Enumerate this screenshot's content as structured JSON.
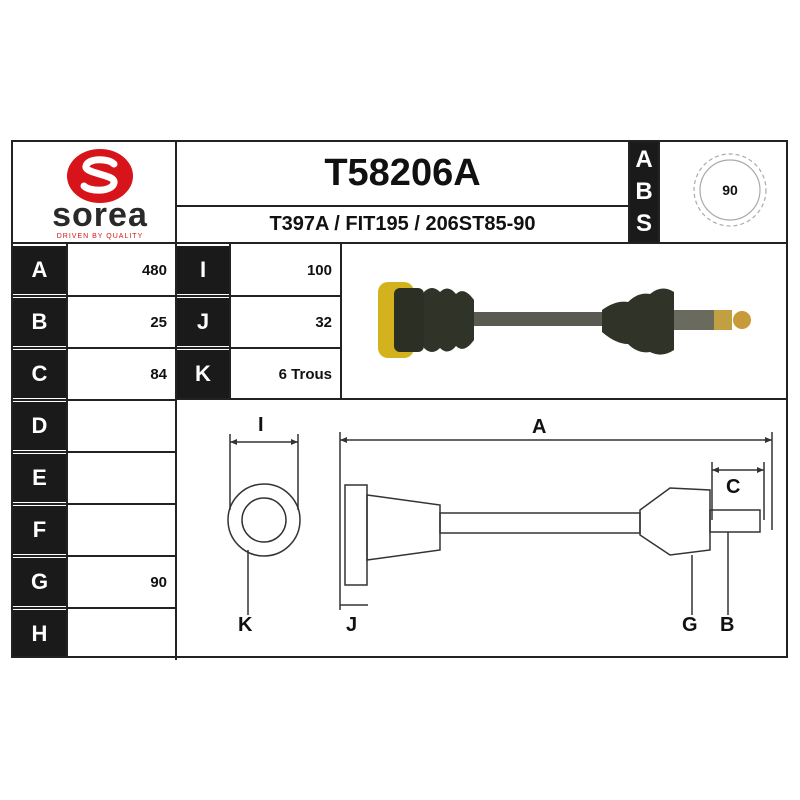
{
  "brand": {
    "name": "sorea",
    "tagline": "DRIVEN BY QUALITY",
    "logo_letter": "S"
  },
  "header": {
    "part_number": "T58206A",
    "references": "T397A / FIT195 / 206ST85-90"
  },
  "abs": {
    "letters": [
      "A",
      "B",
      "S"
    ],
    "teeth": "90"
  },
  "specs_left": [
    {
      "label": "A",
      "value": "480"
    },
    {
      "label": "B",
      "value": "25"
    },
    {
      "label": "C",
      "value": "84"
    },
    {
      "label": "D",
      "value": ""
    },
    {
      "label": "E",
      "value": ""
    },
    {
      "label": "F",
      "value": ""
    },
    {
      "label": "G",
      "value": "90"
    },
    {
      "label": "H",
      "value": ""
    }
  ],
  "specs_right": [
    {
      "label": "I",
      "value": "100"
    },
    {
      "label": "J",
      "value": "32"
    },
    {
      "label": "K",
      "value": "6 Trous"
    }
  ],
  "diagram_labels": {
    "I": "I",
    "A": "A",
    "C": "C",
    "K": "K",
    "J": "J",
    "G": "G",
    "B": "B"
  }
}
